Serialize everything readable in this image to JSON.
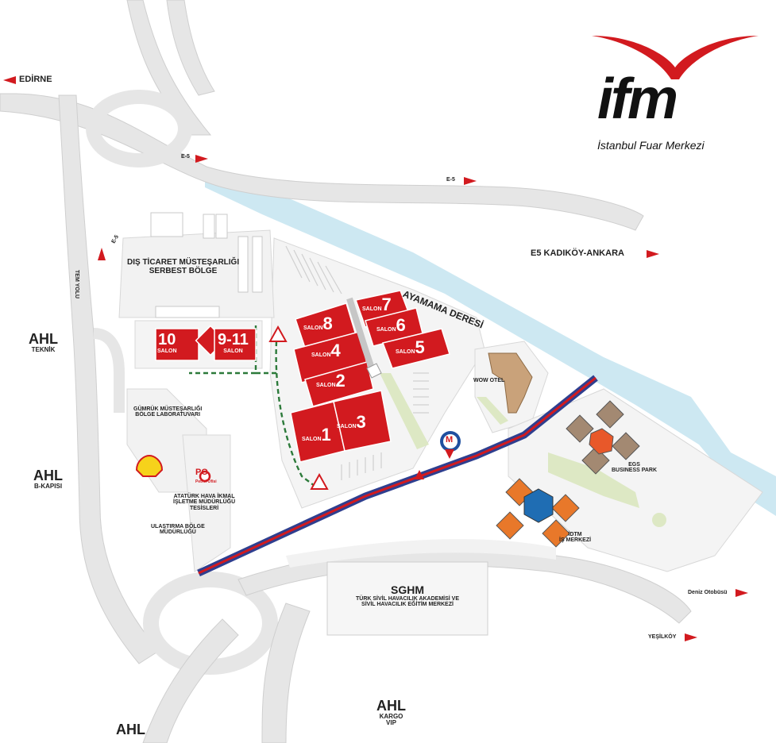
{
  "logo": {
    "brand": "ifm",
    "subtitle": "İstanbul Fuar Merkezi"
  },
  "directions": {
    "edirne": "EDİRNE",
    "e5_kadikoy": "E5  KADIKÖY-ANKARA",
    "deniz_otobusu": "Deniz Otobüsü",
    "yesilkoy": "YEŞİLKÖY",
    "e5_a": "E-5",
    "e5_b": "E-5",
    "e5_c": "E-5",
    "tem_yolu": "TEM YOLU"
  },
  "ahl": {
    "teknik": {
      "title": "AHL",
      "sub": "TEKNİK"
    },
    "b_kapisi": {
      "title": "AHL",
      "sub": "B-KAPISI"
    },
    "kargo": {
      "title": "AHL",
      "sub1": "KARGO",
      "sub2": "VIP"
    },
    "bottom": {
      "title": "AHL"
    }
  },
  "areas": {
    "dis_ticaret": [
      "DIŞ TİCARET MÜSTEŞARLIĞI",
      "SERBEST BÖLGE"
    ],
    "ayamama": "AYAMAMA DERESİ",
    "gumruk": [
      "GÜMRÜK MÜSTEŞARLIĞI",
      "BÖLGE LABORATUVARI"
    ],
    "ataturk": [
      "ATATÜRK HAVA İKMAL",
      "İŞLETME MÜDÜRLÜĞÜ",
      "TESİSLERİ"
    ],
    "ulastirma": [
      "ULAŞTIRMA  BÖLGE",
      "MÜDÜRLÜĞÜ"
    ],
    "po": "PO",
    "po_sub": "Petrol Ofisi",
    "wow_otel": "WOW OTEL",
    "egs": [
      "EGS",
      "BUSINESS PARK"
    ],
    "idtm": [
      "İDTM",
      "İŞ MERKEZİ"
    ],
    "sghm_title": "SGHM",
    "sghm_lines": [
      "TÜRK SİVİL HAVACILIK AKADEMİSİ VE",
      "SİVİL HAVACILIK EĞİTİM MERKEZİ"
    ],
    "metro": "M"
  },
  "halls": {
    "salon_word": "SALON",
    "list": [
      {
        "num": "10"
      },
      {
        "num": "9-11"
      },
      {
        "num": "8"
      },
      {
        "num": "7"
      },
      {
        "num": "6"
      },
      {
        "num": "5"
      },
      {
        "num": "4"
      },
      {
        "num": "2"
      },
      {
        "num": "1"
      },
      {
        "num": "3"
      }
    ]
  },
  "colors": {
    "hall_red": "#d21a1f",
    "river_blue": "#cde8f2",
    "road_gray": "#e6e6e6",
    "rail_blue": "#2f3f8f",
    "green_path": "#2c7a3a",
    "egs_brown": "#a38972",
    "egs_orange": "#e8582a",
    "idtm_orange": "#e8782a",
    "idtm_blue": "#1f6db3",
    "wow_tan": "#c9a27a"
  },
  "icons": [
    "shell-logo-icon",
    "petrol-ofisi-icon",
    "metro-icon",
    "warning-sign-icon",
    "direction-arrow-icon"
  ]
}
